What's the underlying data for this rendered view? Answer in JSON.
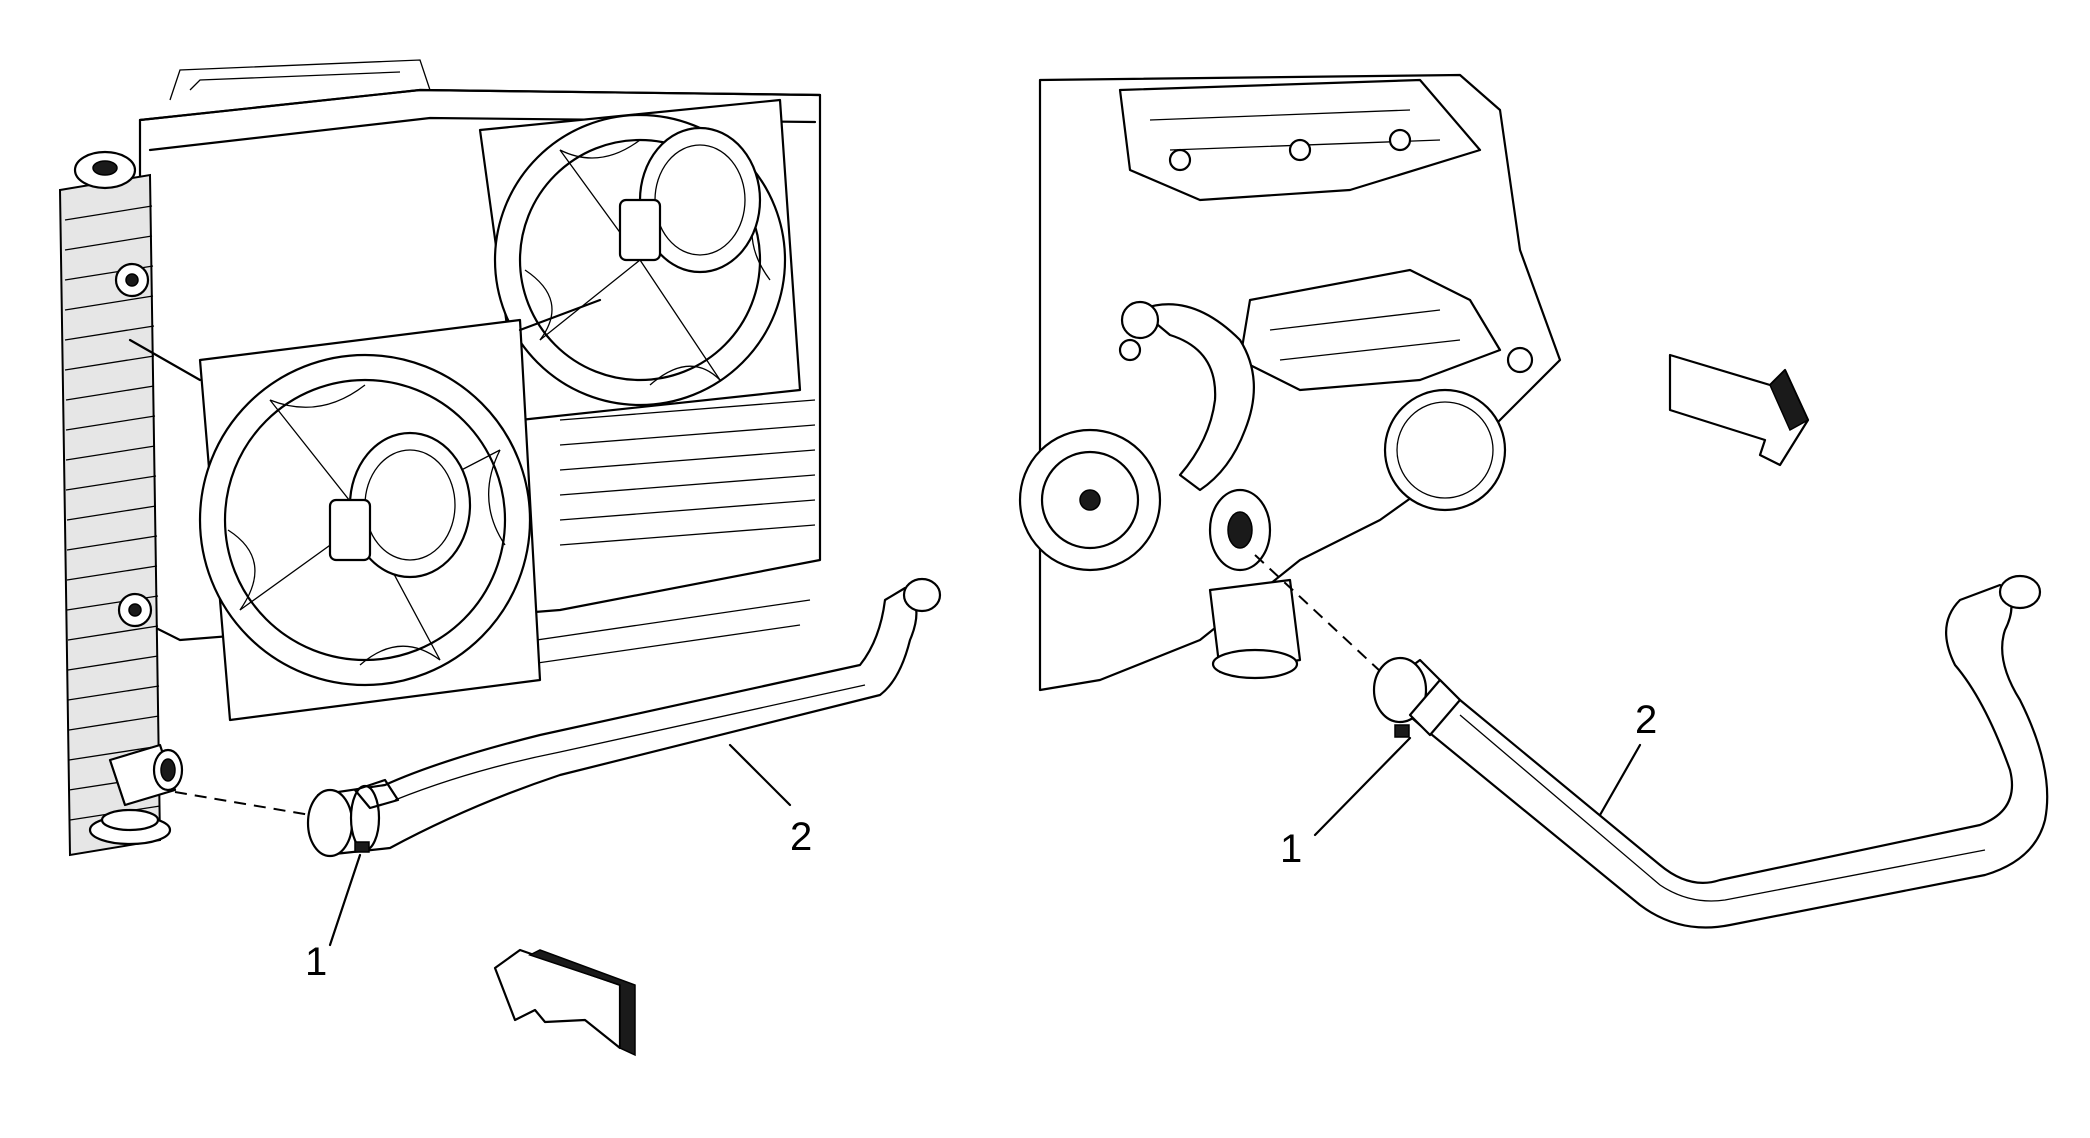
{
  "diagram": {
    "left_view": {
      "callouts": [
        "1",
        "2"
      ]
    },
    "right_view": {
      "callouts": [
        "1",
        "2"
      ]
    }
  },
  "colors": {
    "line": "#000000",
    "background": "#ffffff",
    "shade": "#e6e6e6"
  }
}
